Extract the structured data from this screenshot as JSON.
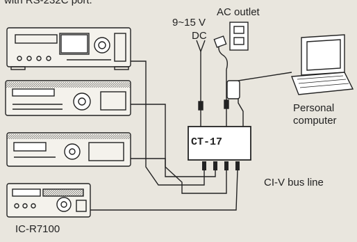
{
  "header": {
    "partial_text": "with RS-232C port."
  },
  "labels": {
    "voltage": "9~15 V",
    "dc": "DC",
    "ac_outlet": "AC outlet",
    "interface_unit": "CT-17",
    "computer_line1": "Personal",
    "computer_line2": "computer",
    "bus_line": "CI-V bus line",
    "receiver_model": "IC-R7100"
  },
  "colors": {
    "background": "#e9e6de",
    "ink": "#222222"
  }
}
